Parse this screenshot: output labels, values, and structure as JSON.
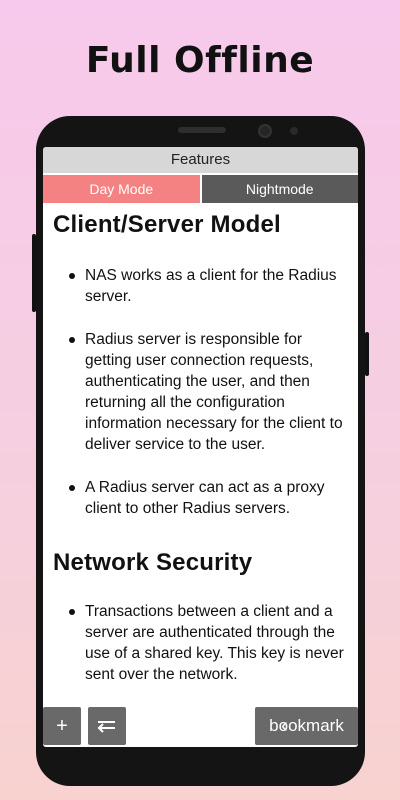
{
  "promo": {
    "title": "Full Offline"
  },
  "app": {
    "header_title": "Features",
    "tabs": [
      {
        "label": "Day Mode",
        "active": true
      },
      {
        "label": "Nightmode",
        "active": false
      }
    ]
  },
  "article": {
    "sections": [
      {
        "title": "Client/Server Model",
        "bullets": [
          "NAS works as a client for the Radius server.",
          "Radius server is responsible for getting user connection requests, authenticating the user, and then returning all the configuration information necessary for the client to deliver service to the user.",
          "A Radius server can act as a proxy client to other Radius servers."
        ]
      },
      {
        "title": "Network Security",
        "bullets": [
          "Transactions between a client and a server are authenticated through the use of a shared key. This key is never sent over the network."
        ]
      }
    ]
  },
  "toolbar": {
    "add_label": "+",
    "bookmark_label": "bookmark",
    "return_icon": "return-icon",
    "back_icon": "back-arrow-icon"
  },
  "colors": {
    "day_tab": "#f48282",
    "night_tab": "#5a5a5a",
    "header": "#d7d7d7",
    "floating_button": "#5d5d5d"
  }
}
